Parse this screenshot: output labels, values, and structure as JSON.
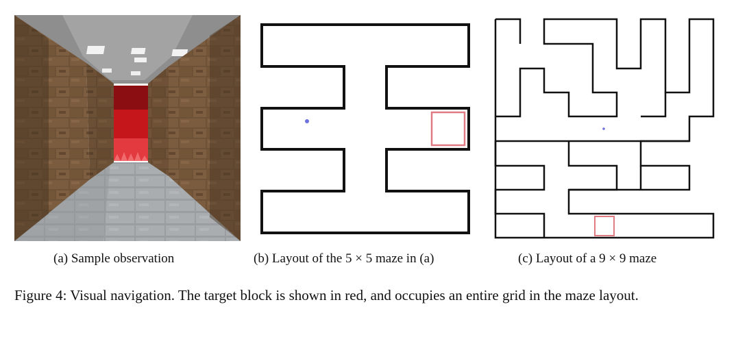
{
  "panels": [
    {
      "caption_label": "(a)",
      "caption_text": "Sample observation"
    },
    {
      "caption_label": "(b)",
      "caption_text": "Layout of the 5 × 5 maze in (a)"
    },
    {
      "caption_label": "(c)",
      "caption_text": "Layout of a 9 × 9 maze"
    }
  ],
  "colors": {
    "wall": "#111111",
    "target": "#e07b84",
    "agent": "#6f6fe0",
    "ceiling": "#8e8e8e",
    "floor": "#9a9ea2",
    "brick": "#6e5238",
    "target_block": "#c4161b"
  },
  "figure_caption": "Figure 4: Visual navigation. The target block is shown in red, and occupies an entire grid in the maze layout."
}
